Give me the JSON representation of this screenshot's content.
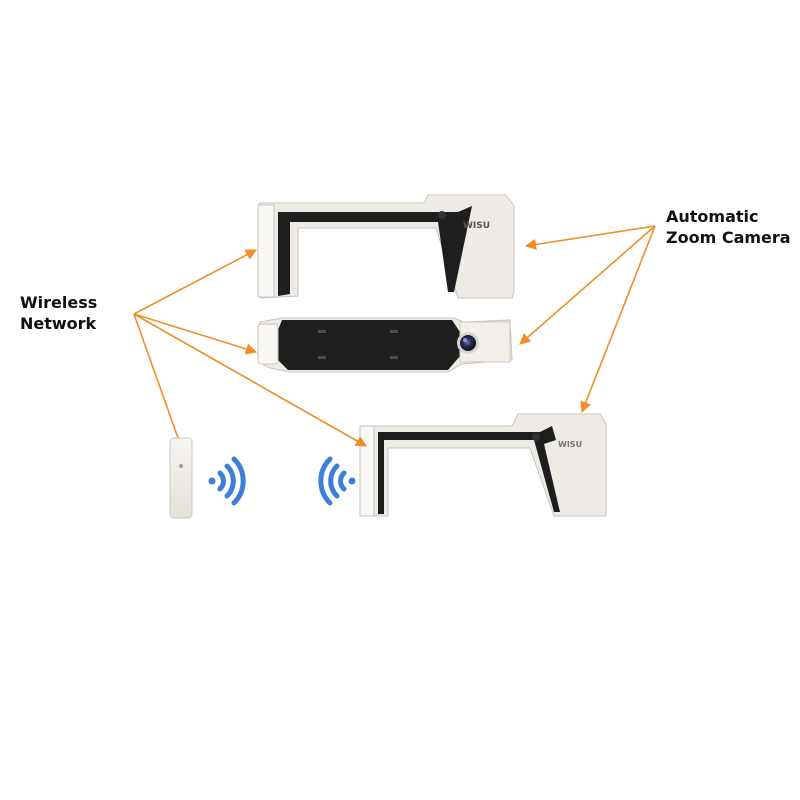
{
  "labels": {
    "wireless": {
      "line1": "Wireless",
      "line2": "Network"
    },
    "camera": {
      "line1": "Automatic",
      "line2": "Zoom Camera"
    }
  },
  "devices": {
    "brand_text": "WISU"
  },
  "colors": {
    "arrow": "#EF8E28",
    "wave": "#3C7FD6",
    "device_body": "#EEEBE6",
    "device_dark": "#1E1E1E",
    "device_edge": "#C9C5BE"
  },
  "icons": {
    "wave_left": "wifi-waves-icon",
    "wave_right": "wifi-waves-icon",
    "lens": "camera-lens-icon"
  }
}
